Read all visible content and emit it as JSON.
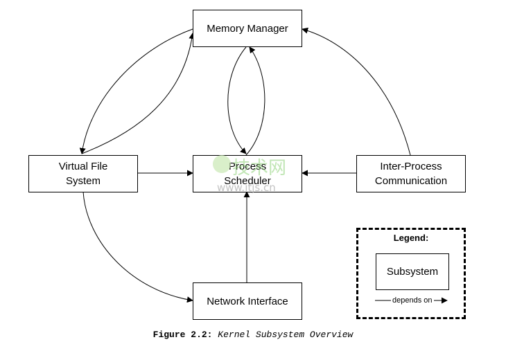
{
  "nodes": {
    "memory_manager": "Memory Manager",
    "virtual_file_system": "Virtual File\nSystem",
    "process_scheduler": "Process\nScheduler",
    "inter_process_communication": "Inter-Process\nCommunication",
    "network_interface": "Network Interface"
  },
  "edges": [
    {
      "from": "Memory Manager",
      "to": "Virtual File System"
    },
    {
      "from": "Virtual File System",
      "to": "Memory Manager"
    },
    {
      "from": "Memory Manager",
      "to": "Process Scheduler"
    },
    {
      "from": "Process Scheduler",
      "to": "Memory Manager"
    },
    {
      "from": "Virtual File System",
      "to": "Process Scheduler"
    },
    {
      "from": "Inter-Process Communication",
      "to": "Process Scheduler"
    },
    {
      "from": "Inter-Process Communication",
      "to": "Memory Manager"
    },
    {
      "from": "Virtual File System",
      "to": "Network Interface"
    },
    {
      "from": "Network Interface",
      "to": "Process Scheduler"
    }
  ],
  "legend": {
    "title": "Legend:",
    "subsystem_label": "Subsystem",
    "depends_label": "depends on"
  },
  "caption": {
    "number": "Figure 2.2:",
    "title": "Kernel Subsystem Overview"
  },
  "watermark": {
    "cn_text": "技术网",
    "url_text": "www.itjs.cn"
  }
}
